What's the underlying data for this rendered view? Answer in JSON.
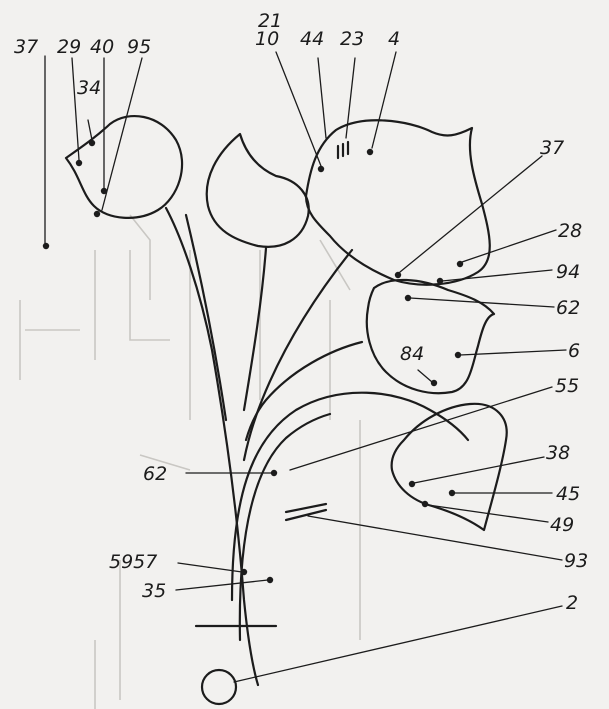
{
  "labels": {
    "l37_top": "37",
    "l29": "29",
    "l40": "40",
    "l95": "95",
    "l34": "34",
    "l21": "21",
    "l10": "10",
    "l44": "44",
    "l23": "23",
    "l4": "4",
    "l37_right": "37",
    "l28": "28",
    "l94": "94",
    "l62_right": "62",
    "l84": "84",
    "l6": "6",
    "l55": "55",
    "l62_left": "62",
    "l38": "38",
    "l45": "45",
    "l49": "49",
    "l93": "93",
    "l5957": "5957",
    "l35": "35",
    "l2": "2"
  },
  "colors": {
    "ink": "#1c1c1c",
    "paper": "#f2f1ef",
    "ghost": "#c9c7c3"
  }
}
